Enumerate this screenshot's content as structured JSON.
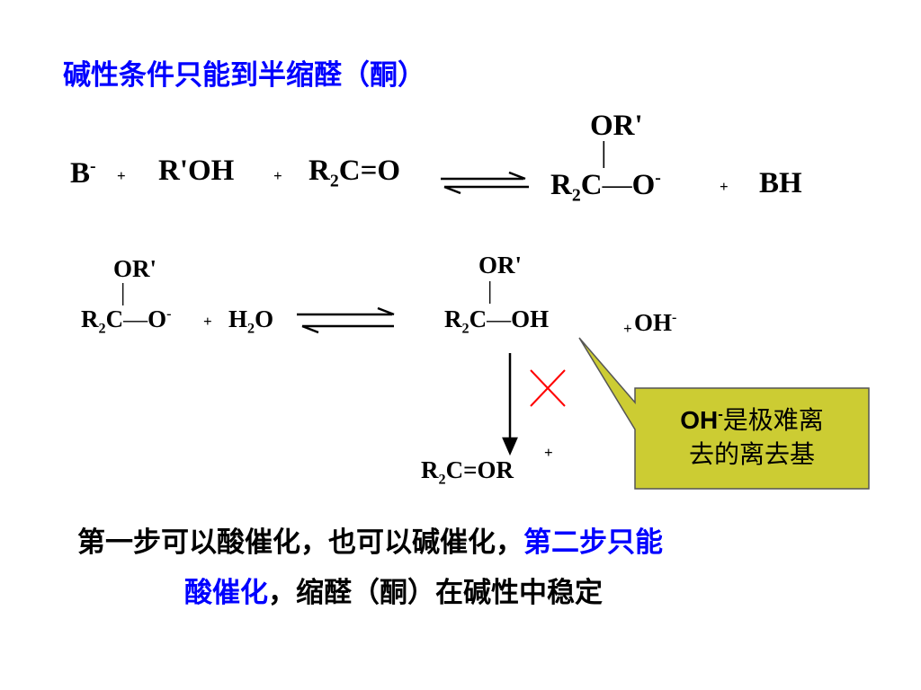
{
  "title": "碱性条件只能到半缩醛（酮）",
  "colors": {
    "blue": "#0000ff",
    "callout_fill": "#cccc33",
    "callout_border": "#555555",
    "cross": "#ff0000"
  },
  "reaction1": {
    "base": "B",
    "base_charge": "-",
    "plus_a": "+",
    "alcohol": "R'OH",
    "plus_b": "+",
    "carbonyl_r": "R",
    "carbonyl_sub": "2",
    "carbonyl_rest": "C=O",
    "product_top": "OR'",
    "product_bond": "|",
    "product_r": "R",
    "product_sub": "2",
    "product_c": "C",
    "product_dash": "—",
    "product_o": "O",
    "product_charge": "-",
    "plus_c": "+",
    "byproduct": "BH"
  },
  "reaction2": {
    "left_top": "OR'",
    "left_bond": "|",
    "left_r": "R",
    "left_sub": "2",
    "left_c": "C",
    "left_dash": "—",
    "left_o": "O",
    "left_charge": "-",
    "plus_a": "+",
    "water_h": "H",
    "water_sub": "2",
    "water_o": "O",
    "right_top": "OR'",
    "right_bond": "|",
    "right_r": "R",
    "right_sub": "2",
    "right_c": "C",
    "right_dash": "—",
    "right_oh": "OH",
    "plus_b": "+",
    "hydroxide": "OH",
    "hydroxide_charge": "-"
  },
  "oxocarbenium": {
    "r": "R",
    "sub": "2",
    "rest": "C=OR",
    "charge": "+"
  },
  "callout": {
    "oh": "OH",
    "charge": "-",
    "line1_rest": "是极难离",
    "line2": "去的离去基"
  },
  "bottom": {
    "line1_black": "第一步可以酸催化，也可以碱催化，",
    "line1_blue": "第二步只能",
    "line2_blue": "酸催化",
    "line2_black": "，缩醛（酮）在碱性中稳定"
  }
}
